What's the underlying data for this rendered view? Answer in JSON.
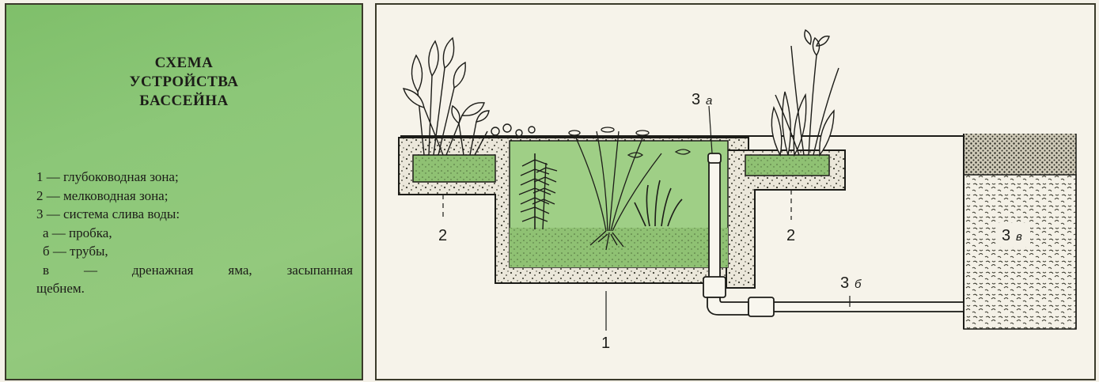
{
  "legend": {
    "title_lines": [
      "СХЕМА",
      "УСТРОЙСТВА",
      "БАССЕЙНА"
    ],
    "items": [
      "1 — глубоководная зона;",
      "2 — мелководная зона;",
      "3 — система слива воды:",
      "а — пробка,",
      "б — трубы,",
      "в — дренажная яма, засыпанная",
      "щебнем."
    ]
  },
  "diagram": {
    "labels": {
      "deep_zone": "1",
      "shallow_zone_left": "2",
      "shallow_zone_right": "2",
      "plug_num": "3",
      "plug_letter": "а",
      "pipes_num": "3",
      "pipes_letter": "б",
      "pit_num": "3",
      "pit_letter": "в"
    },
    "colors": {
      "water": "#9fcf86",
      "panel_green": "#8cc778",
      "concrete": "#e9e5d8",
      "ink": "#1c1c18"
    }
  }
}
